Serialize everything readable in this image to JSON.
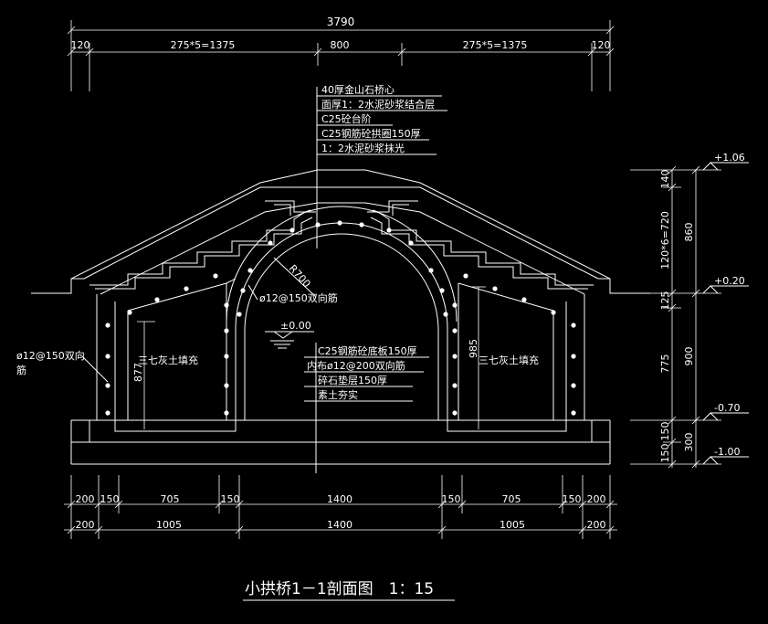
{
  "drawing": {
    "title": "小拱桥1－1剖面图　1：15",
    "colors": {
      "background": "#000000",
      "line": "#ffffff"
    }
  },
  "dims_top": {
    "overall": "3790",
    "parts": [
      "120",
      "275*5=1375",
      "800",
      "275*5=1375",
      "120"
    ]
  },
  "layer_notes": [
    "40厚金山石桥心",
    "面厚1：2水泥砂浆结合层",
    "C25砼台阶",
    "C25钢筋砼拱圈150厚",
    "1：2水泥砂浆抹光"
  ],
  "base_notes": [
    "C25钢筋砼底板150厚",
    "内布ø12@200双向筋",
    "碎石垫层150厚",
    "素土夯实"
  ],
  "labels": {
    "radius": "R700",
    "arch_rebar": "ø12@150双向筋",
    "side_rebar_1": "ø12@150双向",
    "side_rebar_2": "筋",
    "datum": "±0.00",
    "fill_left": "三七灰土填充",
    "fill_right": "三七灰土填充",
    "left_height": "877",
    "right_height": "985"
  },
  "dims_right": {
    "segments": [
      "140",
      "120*6=720",
      "125",
      "775",
      "150",
      "150"
    ],
    "totals": [
      "860",
      "900",
      "300"
    ],
    "levels": [
      "+1.06",
      "+0.20",
      "-0.70",
      "-1.00"
    ]
  },
  "dims_bottom": {
    "row1": [
      "200",
      "150",
      "705",
      "150",
      "1400",
      "150",
      "705",
      "150",
      "200"
    ],
    "row2": [
      "200",
      "1005",
      "1400",
      "1005",
      "200"
    ]
  }
}
